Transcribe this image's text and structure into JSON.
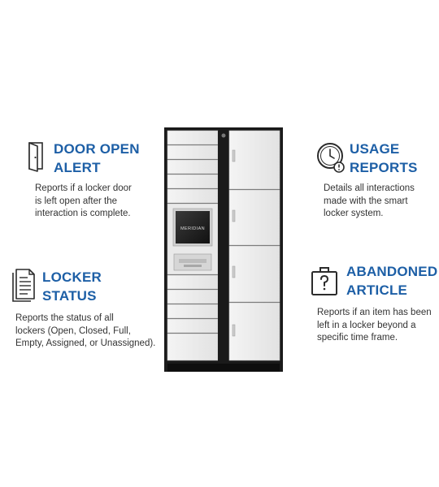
{
  "features": {
    "door_open": {
      "icon": "door-open-icon",
      "title_lines": [
        "DOOR OPEN",
        "ALERT"
      ],
      "desc_lines": [
        "Reports if a locker door",
        "is left open after the",
        "interaction is complete."
      ]
    },
    "usage": {
      "icon": "clock-icon",
      "title_lines": [
        "USAGE",
        "REPORTS"
      ],
      "desc_lines": [
        "Details all interactions",
        "made with the smart",
        "locker system."
      ]
    },
    "status": {
      "icon": "document-icon",
      "title_lines": [
        "LOCKER",
        "STATUS"
      ],
      "desc_lines": [
        "Reports the status of all",
        "lockers (Open, Closed, Full,",
        "Empty, Assigned, or Unassigned)."
      ]
    },
    "abandoned": {
      "icon": "briefcase-question-icon",
      "title_lines": [
        "ABANDONED",
        "ARTICLE"
      ],
      "desc_lines": [
        "Reports if an item has been",
        "left in a locker beyond a",
        "specific time frame."
      ]
    }
  },
  "locker": {
    "screen_brand": "MERIDIAN"
  },
  "colors": {
    "title_blue": "#1d5fa6",
    "icon_dark": "#2b2b2b",
    "cabinet_frame": "#1a1a1a",
    "door_fill": "#eeeeee"
  }
}
